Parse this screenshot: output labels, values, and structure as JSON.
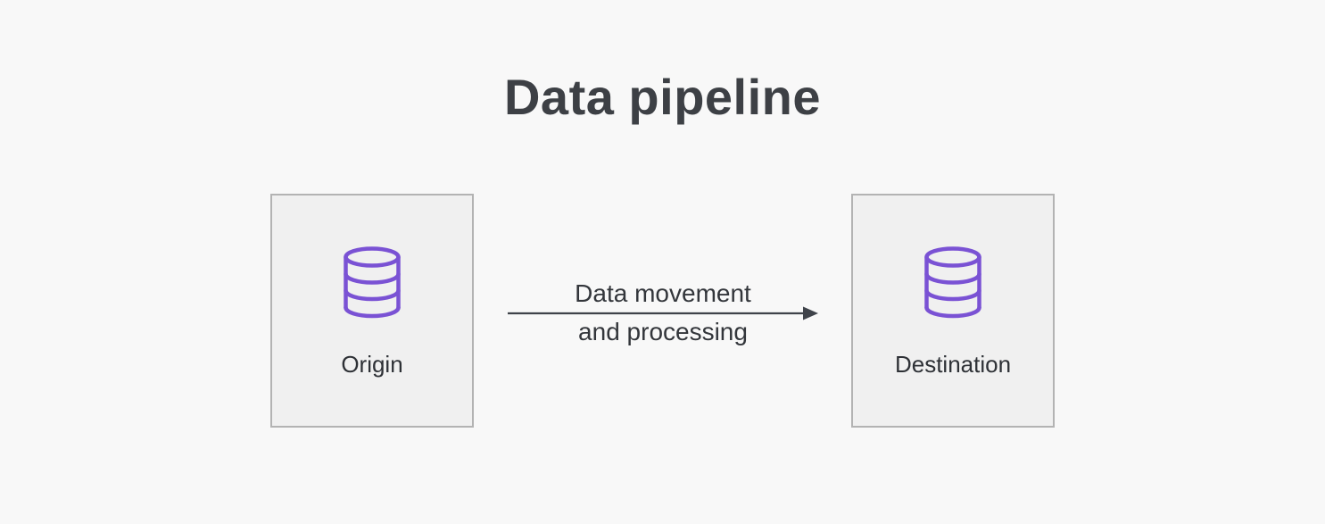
{
  "page": {
    "title": "Data pipeline"
  },
  "diagram": {
    "nodes": [
      {
        "id": "origin",
        "label": "Origin",
        "icon": "database-icon"
      },
      {
        "id": "destination",
        "label": "Destination",
        "icon": "database-icon"
      }
    ],
    "edge": {
      "from": "origin",
      "to": "destination",
      "direction": "left-to-right",
      "label_line1": "Data movement",
      "label_line2": "and processing"
    },
    "colors": {
      "background": "#f8f8f8",
      "title_text": "#3d4045",
      "node_fill": "#f0f0f0",
      "node_border": "#b3b3b3",
      "node_label_text": "#2e3136",
      "icon_stroke": "#7a52d4",
      "arrow": "#3f434a"
    }
  }
}
